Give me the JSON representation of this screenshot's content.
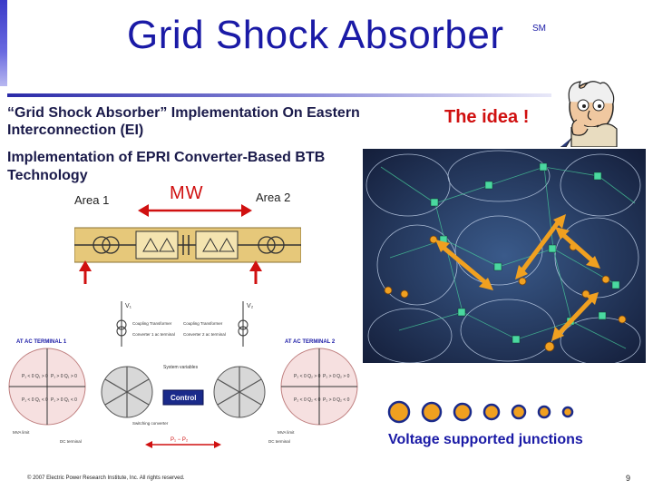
{
  "slide": {
    "title": "Grid Shock Absorber",
    "title_mark": "SM",
    "subheading": "“Grid Shock Absorber” Implementation On Eastern Interconnection (EI)",
    "idea": "The idea !",
    "epri_heading": "Implementation of EPRI Converter-Based BTB Technology",
    "area1": "Area 1",
    "area2": "Area 2",
    "mw_label": "MW",
    "voltage_caption": "Voltage supported junctions",
    "copyright": "© 2007 Electric Power Research Institute, Inc. All rights reserved.",
    "page_number": "9"
  },
  "schematic": {
    "v1": "V₁",
    "v2": "V₂",
    "coupling_transformer": "Coupling Transformer",
    "converter1": "Converter 1 ac terminal",
    "converter2": "Converter 2 ac terminal",
    "at_ac_terminal_1": "AT AC TERMINAL 1",
    "at_ac_terminal_2": "AT AC TERMINAL 2",
    "system_variables": "System variables",
    "control": "Control",
    "dc_terminal": "DC terminal",
    "mva_limit": "MVA limit",
    "switching_converter": "Switching converter",
    "p1_minus_p2": "P₁ − P₂",
    "quad_left": [
      "P₁ < 0  Q₁ > 0",
      "P₁ > 0  Q₁ > 0",
      "P₁ < 0  Q₁ < 0",
      "P₁ > 0  Q₁ < 0"
    ],
    "quad_right": [
      "P₂ < 0  Q₂ > 0",
      "P₂ > 0  Q₂ > 0",
      "P₂ < 0  Q₂ < 0",
      "P₂ > 0  Q₂ < 0"
    ]
  },
  "colors": {
    "title_blue": "#1a1aa6",
    "idea_red": "#d01010",
    "arrow_orange": "#f0a020",
    "junction_orange": "#f0a020",
    "junction_blue": "#1a2a8a",
    "map_bg": "#1e2a4a"
  }
}
